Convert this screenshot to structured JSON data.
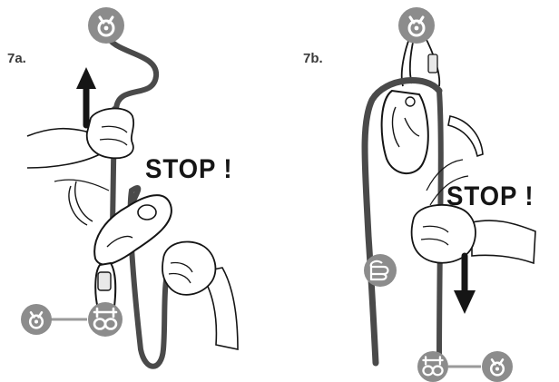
{
  "panels": [
    {
      "label": "7a.",
      "warning": "STOP !"
    },
    {
      "label": "7b.",
      "warning": "STOP !"
    }
  ],
  "icons": [
    "anchor-icon",
    "harness-icon",
    "fist-icon",
    "arrow-up-icon",
    "arrow-down-icon"
  ],
  "colors": {
    "icon_fill": "#8c8c8c",
    "rope": "#4a4a4a",
    "ink": "#151515"
  }
}
